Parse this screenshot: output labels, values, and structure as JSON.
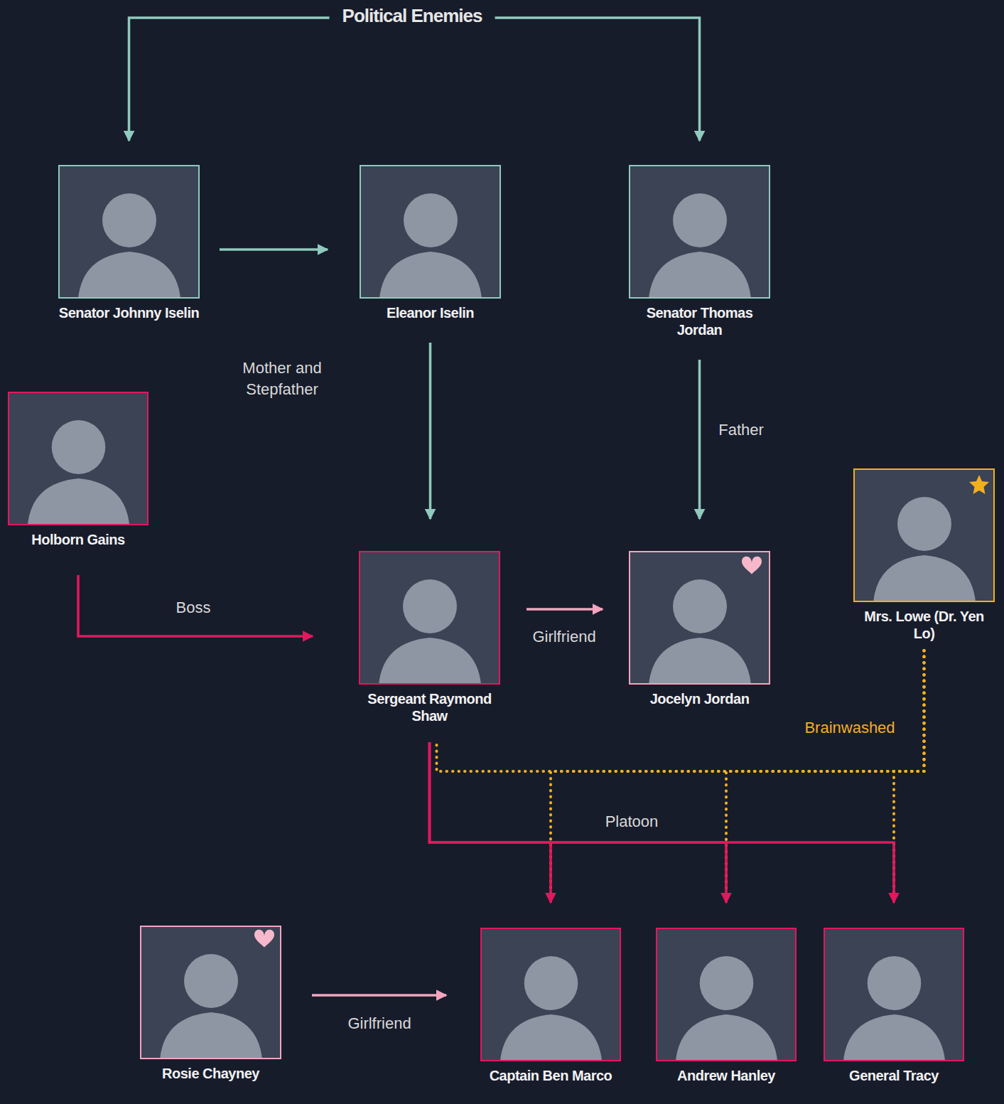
{
  "diagram": {
    "nodes": [
      {
        "text": [
          "Senator Johnny Iselin"
        ]
      },
      {
        "text": [
          "Eleanor Iselin"
        ]
      },
      {
        "text": [
          "Senator Thomas Jordan"
        ]
      },
      {
        "text": [
          "Holborn Gains"
        ]
      },
      {
        "text": [
          "Sergeant Raymond Shaw"
        ]
      },
      {
        "text": [
          "Jocelyn Jordan"
        ]
      },
      {
        "text": [
          "Mrs. Lowe (Dr. Yen Lo)"
        ]
      },
      {
        "text": [
          "Rosie Chayney"
        ]
      },
      {
        "text": [
          "Captain Ben Marco"
        ]
      },
      {
        "text": [
          "Andrew Hanley"
        ]
      },
      {
        "text": [
          "General Tracy"
        ]
      }
    ],
    "edges": [
      {
        "from": 0,
        "to": 2,
        "label": "Political Enemies",
        "arrow": "both"
      },
      {
        "from": 0,
        "to": 1,
        "arrow": "to"
      },
      {
        "from": 1,
        "to": 4,
        "label": "Mother and Stepfather",
        "arrow": "to"
      },
      {
        "from": 2,
        "to": 5,
        "label": "Father",
        "arrow": "to"
      },
      {
        "from": 3,
        "to": 4,
        "label": "Boss",
        "arrow": "to"
      },
      {
        "from": 4,
        "to": 5,
        "label": "Girlfriend",
        "arrow": "to"
      },
      {
        "from": 6,
        "to": 4,
        "label": "Brainwashed",
        "arrow": "none"
      },
      {
        "from": 6,
        "to": 8,
        "arrow": "none"
      },
      {
        "from": 6,
        "to": 9,
        "arrow": "none"
      },
      {
        "from": 6,
        "to": 10,
        "arrow": "none"
      },
      {
        "from": 4,
        "to": 8,
        "arrow": "to"
      },
      {
        "from": 4,
        "to": 9,
        "label": "Platoon",
        "arrow": "to"
      },
      {
        "from": 4,
        "to": 10,
        "arrow": "to"
      },
      {
        "from": 7,
        "to": 8,
        "label": "Girlfriend",
        "arrow": "to"
      }
    ]
  }
}
